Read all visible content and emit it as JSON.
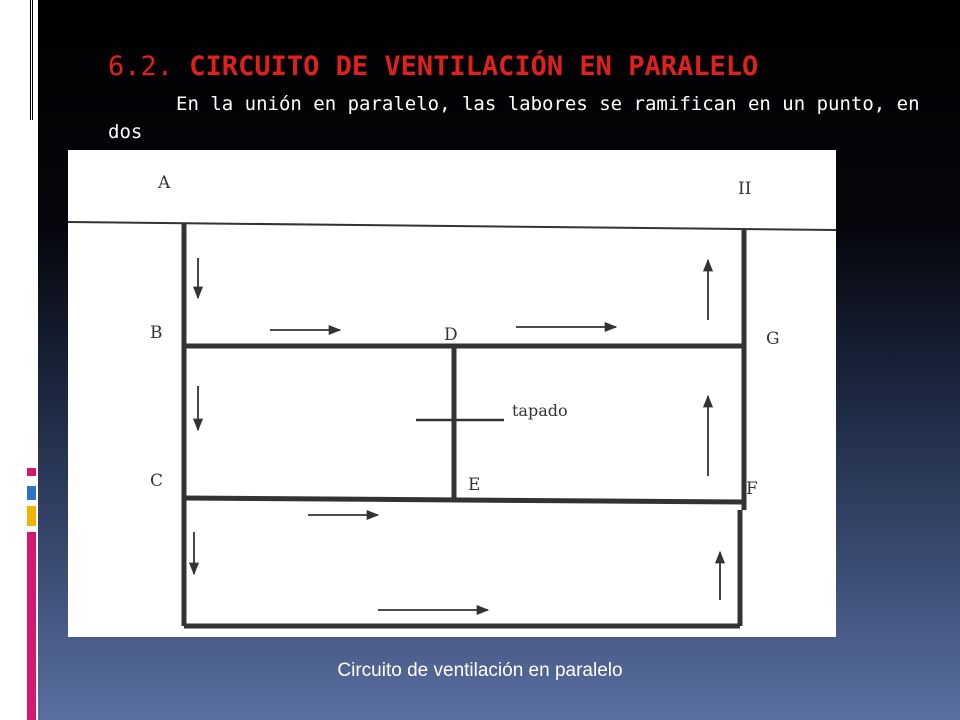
{
  "slide": {
    "title_number": "6.2.",
    "title_text": "CIRCUITO DE VENTILACIÓN EN PARALELO",
    "subtitle": "En la unión en paralelo, las labores se ramifican en un punto, en dos",
    "caption": "Circuito de ventilación en paralelo"
  },
  "diagram": {
    "node_labels": {
      "a": "A",
      "h": "II",
      "b": "B",
      "d": "D",
      "g": "G",
      "c": "C",
      "e": "E",
      "f": "F"
    },
    "blocked_label": "tapado"
  },
  "colors": {
    "title": "#e0201c",
    "text": "#ffffff",
    "deco_magenta": "#d6176f",
    "deco_gold": "#f0b400",
    "deco_blue": "#2c73c9"
  }
}
